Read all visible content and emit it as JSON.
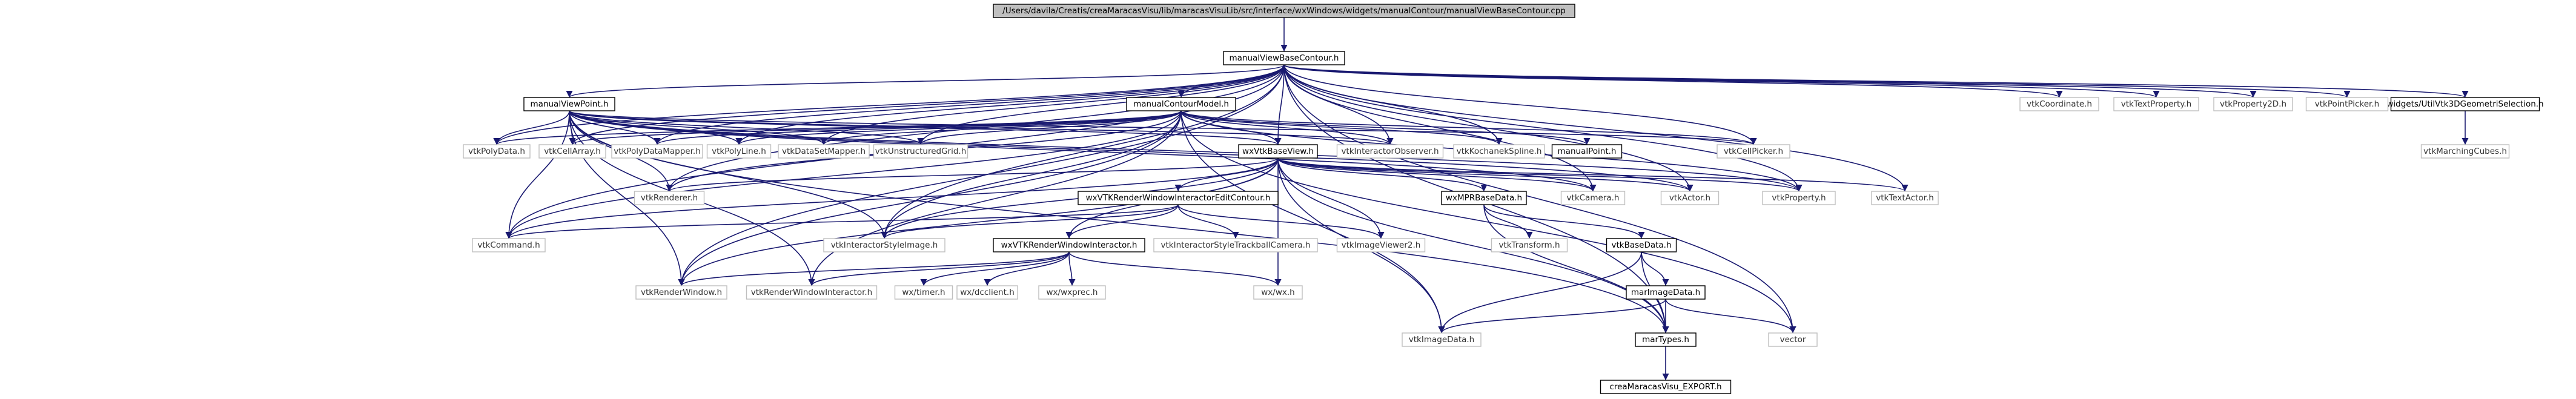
{
  "nodes": [
    {
      "id": "root",
      "label": "/Users/davila/Creatis/creaMaracasVisu/lib/maracasVisuLib/src/interface/wxWindows/widgets/manualContour/manualViewBaseContour.cpp",
      "kind": "root"
    },
    {
      "id": "mvbc",
      "label": "manualViewBaseContour.h",
      "kind": "linked"
    },
    {
      "id": "mvp",
      "label": "manualViewPoint.h",
      "kind": "linked"
    },
    {
      "id": "mcm",
      "label": "manualContourModel.h",
      "kind": "linked"
    },
    {
      "id": "wxvbv",
      "label": "wxVtkBaseView.h",
      "kind": "linked"
    },
    {
      "id": "wxvrwiec",
      "label": "wxVTKRenderWindowInteractorEditContour.h",
      "kind": "linked"
    },
    {
      "id": "wxvrwi",
      "label": "wxVTKRenderWindowInteractor.h",
      "kind": "linked"
    },
    {
      "id": "wxmpr",
      "label": "wxMPRBaseData.h",
      "kind": "linked"
    },
    {
      "id": "vtkbd",
      "label": "vtkBaseData.h",
      "kind": "linked"
    },
    {
      "id": "marimg",
      "label": "marImageData.h",
      "kind": "linked"
    },
    {
      "id": "martypes",
      "label": "marTypes.h",
      "kind": "linked"
    },
    {
      "id": "export",
      "label": "creaMaracasVisu_EXPORT.h",
      "kind": "linked"
    },
    {
      "id": "mpt",
      "label": "manualPoint.h",
      "kind": "linked"
    },
    {
      "id": "geom",
      "label": "widgets/UtilVtk3DGeometriSelection.h",
      "kind": "linked"
    },
    {
      "id": "vtkpd",
      "label": "vtkPolyData.h",
      "kind": "plain"
    },
    {
      "id": "vtkca",
      "label": "vtkCellArray.h",
      "kind": "plain"
    },
    {
      "id": "vtkpdm",
      "label": "vtkPolyDataMapper.h",
      "kind": "plain"
    },
    {
      "id": "vtkpl",
      "label": "vtkPolyLine.h",
      "kind": "plain"
    },
    {
      "id": "vtkdsm",
      "label": "vtkDataSetMapper.h",
      "kind": "plain"
    },
    {
      "id": "vtkug",
      "label": "vtkUnstructuredGrid.h",
      "kind": "plain"
    },
    {
      "id": "vtkio",
      "label": "vtkInteractorObserver.h",
      "kind": "plain"
    },
    {
      "id": "vtkks",
      "label": "vtkKochanekSpline.h",
      "kind": "plain"
    },
    {
      "id": "vtkcp",
      "label": "vtkCellPicker.h",
      "kind": "plain"
    },
    {
      "id": "vtkcoord",
      "label": "vtkCoordinate.h",
      "kind": "plain"
    },
    {
      "id": "vtktp",
      "label": "vtkTextProperty.h",
      "kind": "plain"
    },
    {
      "id": "vtkp2d",
      "label": "vtkProperty2D.h",
      "kind": "plain"
    },
    {
      "id": "vtkpp",
      "label": "vtkPointPicker.h",
      "kind": "plain"
    },
    {
      "id": "vtkmc",
      "label": "vtkMarchingCubes.h",
      "kind": "plain"
    },
    {
      "id": "vtkren",
      "label": "vtkRenderer.h",
      "kind": "plain"
    },
    {
      "id": "vtkcam",
      "label": "vtkCamera.h",
      "kind": "plain"
    },
    {
      "id": "vtkactor",
      "label": "vtkActor.h",
      "kind": "plain"
    },
    {
      "id": "vtkprop",
      "label": "vtkProperty.h",
      "kind": "plain"
    },
    {
      "id": "vtkta",
      "label": "vtkTextActor.h",
      "kind": "plain"
    },
    {
      "id": "vtkcmd",
      "label": "vtkCommand.h",
      "kind": "plain"
    },
    {
      "id": "vtkisi",
      "label": "vtkInteractorStyleImage.h",
      "kind": "plain"
    },
    {
      "id": "vtkistc",
      "label": "vtkInteractorStyleTrackballCamera.h",
      "kind": "plain"
    },
    {
      "id": "vtkiv2",
      "label": "vtkImageViewer2.h",
      "kind": "plain"
    },
    {
      "id": "vtktrans",
      "label": "vtkTransform.h",
      "kind": "plain"
    },
    {
      "id": "vtkrw",
      "label": "vtkRenderWindow.h",
      "kind": "plain"
    },
    {
      "id": "vtkrwi",
      "label": "vtkRenderWindowInteractor.h",
      "kind": "plain"
    },
    {
      "id": "wxtimer",
      "label": "wx/timer.h",
      "kind": "plain"
    },
    {
      "id": "wxdc",
      "label": "wx/dcclient.h",
      "kind": "plain"
    },
    {
      "id": "wxexprec",
      "label": "wx/wxprec.h",
      "kind": "plain"
    },
    {
      "id": "wxwx",
      "label": "wx/wx.h",
      "kind": "plain"
    },
    {
      "id": "vtkid",
      "label": "vtkImageData.h",
      "kind": "plain"
    },
    {
      "id": "vector",
      "label": "vector",
      "kind": "plain"
    }
  ],
  "edges": [
    [
      "root",
      "mvbc"
    ],
    [
      "mvbc",
      "mvp"
    ],
    [
      "mvbc",
      "mcm"
    ],
    [
      "mvbc",
      "wxvbv"
    ],
    [
      "mvbc",
      "vtkcoord"
    ],
    [
      "mvbc",
      "vtktp"
    ],
    [
      "mvbc",
      "vtkp2d"
    ],
    [
      "mvbc",
      "vtkpp"
    ],
    [
      "mvbc",
      "geom"
    ],
    [
      "mvbc",
      "vtkpd"
    ],
    [
      "mvbc",
      "vtkca"
    ],
    [
      "mvbc",
      "vtkpdm"
    ],
    [
      "mvbc",
      "vtkpl"
    ],
    [
      "mvbc",
      "vtkdsm"
    ],
    [
      "mvbc",
      "vtkug"
    ],
    [
      "mvbc",
      "vtkio"
    ],
    [
      "mvbc",
      "vtkks"
    ],
    [
      "mvbc",
      "vtkcp"
    ],
    [
      "mvbc",
      "vtkren"
    ],
    [
      "mvbc",
      "vtkcam"
    ],
    [
      "mvbc",
      "vtkactor"
    ],
    [
      "mvbc",
      "vtkprop"
    ],
    [
      "mvbc",
      "vtkta"
    ],
    [
      "mvbc",
      "vtkcmd"
    ],
    [
      "mvbc",
      "vtkisi"
    ],
    [
      "mvbc",
      "vtkrw"
    ],
    [
      "mvbc",
      "martypes"
    ],
    [
      "mvbc",
      "vector"
    ],
    [
      "mvp",
      "vtkpd"
    ],
    [
      "mvp",
      "vtkca"
    ],
    [
      "mvp",
      "vtkpdm"
    ],
    [
      "mvp",
      "vtkpl"
    ],
    [
      "mvp",
      "vtkdsm"
    ],
    [
      "mvp",
      "vtkug"
    ],
    [
      "mvp",
      "wxvbv"
    ],
    [
      "mvp",
      "vtkio"
    ],
    [
      "mvp",
      "vtkcp"
    ],
    [
      "mvp",
      "vtkren"
    ],
    [
      "mvp",
      "vtkcmd"
    ],
    [
      "mvp",
      "vtkisi"
    ],
    [
      "mvp",
      "vtkrw"
    ],
    [
      "mvp",
      "vtkrwi"
    ],
    [
      "mvp",
      "martypes"
    ],
    [
      "mvp",
      "vtkcam"
    ],
    [
      "mvp",
      "vtkprop"
    ],
    [
      "mvp",
      "vtkactor"
    ],
    [
      "mcm",
      "vtkks"
    ],
    [
      "mcm",
      "mpt"
    ],
    [
      "mcm",
      "wxvbv"
    ],
    [
      "mcm",
      "vtkpd"
    ],
    [
      "mcm",
      "vtkca"
    ],
    [
      "mcm",
      "vtkpdm"
    ],
    [
      "mcm",
      "vtkpl"
    ],
    [
      "mcm",
      "vtkdsm"
    ],
    [
      "mcm",
      "vtkug"
    ],
    [
      "mcm",
      "vtkio"
    ],
    [
      "mcm",
      "vtkcp"
    ],
    [
      "mcm",
      "vtkren"
    ],
    [
      "mcm",
      "vtkcmd"
    ],
    [
      "mcm",
      "vtkisi"
    ],
    [
      "mcm",
      "vtkrw"
    ],
    [
      "mcm",
      "vtkrwi"
    ],
    [
      "mcm",
      "vtkid"
    ],
    [
      "mcm",
      "vector"
    ],
    [
      "mcm",
      "vtkprop"
    ],
    [
      "wxvbv",
      "wxvrwiec"
    ],
    [
      "wxvbv",
      "wxmpr"
    ],
    [
      "wxvbv",
      "vtkren"
    ],
    [
      "wxvbv",
      "vtkcam"
    ],
    [
      "wxvbv",
      "vtkactor"
    ],
    [
      "wxvbv",
      "vtkprop"
    ],
    [
      "wxvbv",
      "vtkta"
    ],
    [
      "wxvbv",
      "vtkcmd"
    ],
    [
      "wxvbv",
      "vtkisi"
    ],
    [
      "wxvbv",
      "vtkiv2"
    ],
    [
      "wxvbv",
      "wxvrwi"
    ],
    [
      "wxvbv",
      "wxwx"
    ],
    [
      "wxvbv",
      "martypes"
    ],
    [
      "wxvbv",
      "vtkid"
    ],
    [
      "wxvbv",
      "vtkrw"
    ],
    [
      "wxvrwiec",
      "wxvrwi"
    ],
    [
      "wxvrwiec",
      "vtkistc"
    ],
    [
      "wxvrwiec",
      "vtkcmd"
    ],
    [
      "wxvrwiec",
      "vtkisi"
    ],
    [
      "wxvrwiec",
      "vtkiv2"
    ],
    [
      "wxvrwi",
      "vtkrw"
    ],
    [
      "wxvrwi",
      "vtkrwi"
    ],
    [
      "wxvrwi",
      "wxtimer"
    ],
    [
      "wxvrwi",
      "wxdc"
    ],
    [
      "wxvrwi",
      "wxexprec"
    ],
    [
      "wxvrwi",
      "wxwx"
    ],
    [
      "wxmpr",
      "vtktrans"
    ],
    [
      "wxmpr",
      "vtkbd"
    ],
    [
      "wxmpr",
      "martypes"
    ],
    [
      "vtkbd",
      "marimg"
    ],
    [
      "vtkbd",
      "martypes"
    ],
    [
      "vtkbd",
      "vtkid"
    ],
    [
      "marimg",
      "vtkid"
    ],
    [
      "marimg",
      "martypes"
    ],
    [
      "marimg",
      "vector"
    ],
    [
      "martypes",
      "export"
    ],
    [
      "geom",
      "vtkmc"
    ]
  ]
}
